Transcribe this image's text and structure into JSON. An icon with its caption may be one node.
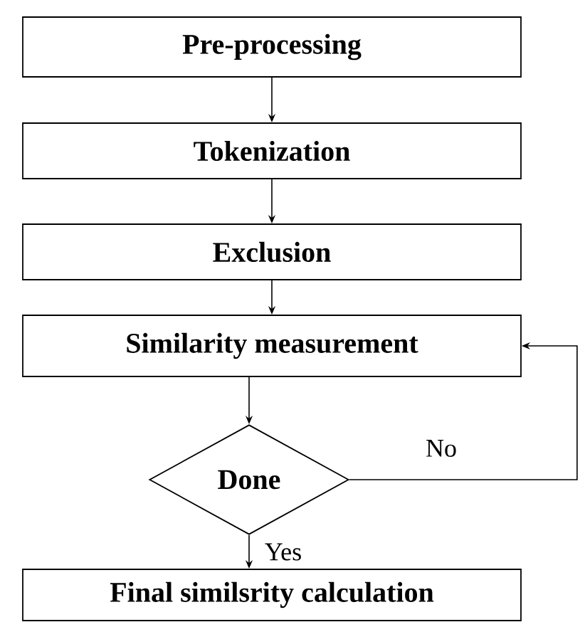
{
  "diagram": {
    "nodes": [
      {
        "text": [
          "Pre-processing"
        ]
      },
      {
        "text": [
          "Tokenization"
        ]
      },
      {
        "text": [
          "Exclusion"
        ]
      },
      {
        "text": [
          "Similarity measurement"
        ]
      },
      {
        "text": [
          "Done"
        ]
      },
      {
        "text": [
          "Final similsrity calculation"
        ]
      }
    ],
    "edges": [
      {
        "from": 0,
        "to": 1,
        "arrow": "to"
      },
      {
        "from": 1,
        "to": 2,
        "arrow": "to"
      },
      {
        "from": 2,
        "to": 3,
        "arrow": "to"
      },
      {
        "from": 3,
        "to": 4,
        "arrow": "to"
      },
      {
        "from": 4,
        "to": 3,
        "arrow": "to",
        "label": "No"
      },
      {
        "from": 4,
        "to": 5,
        "arrow": "to",
        "label": "Yes"
      }
    ]
  }
}
